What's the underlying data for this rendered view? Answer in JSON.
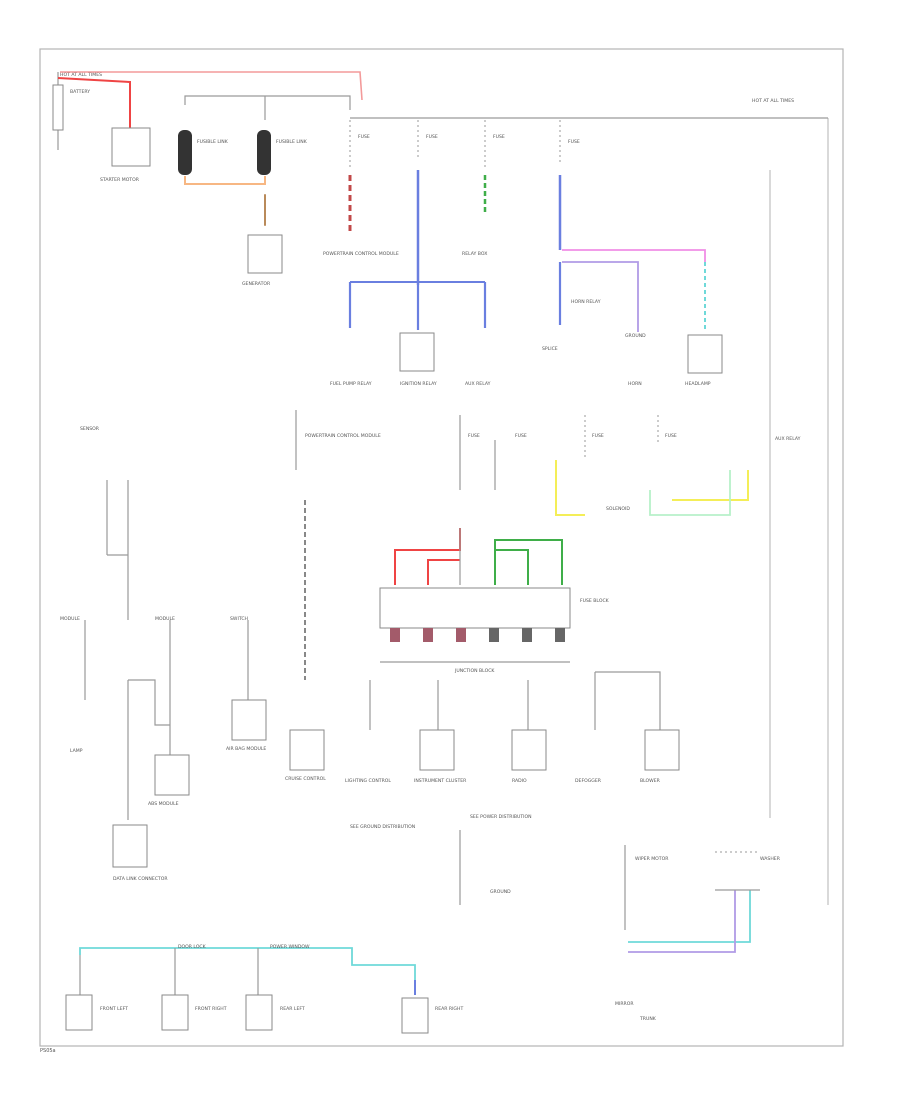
{
  "title": "",
  "footer": {
    "code": "PS05a"
  },
  "colors": {
    "red": "#ef4444",
    "blue": "#6a7fe0",
    "green": "#3fae49",
    "violet": "#b19be6",
    "pink": "#f08ee6",
    "yellow": "#f4ee58",
    "cyan": "#6fd9d9",
    "orange": "#f7b783",
    "wire": "#9a9a9a"
  },
  "texts": {
    "bat": "BATTERY",
    "hot": "HOT AT ALL TIMES",
    "fusible_a": "FUSIBLE LINK",
    "fusible_b": "FUSIBLE LINK",
    "starter": "STARTER MOTOR",
    "generator": "GENERATOR",
    "fuse1": "FUSE",
    "fuse2": "FUSE",
    "fuse3": "FUSE",
    "fuse4": "FUSE",
    "pcm": "POWERTRAIN CONTROL MODULE",
    "relay_box": "RELAY BOX",
    "fuel_pump": "FUEL PUMP RELAY",
    "ign_relay": "IGNITION RELAY",
    "aux_relay": "AUX RELAY",
    "horn": "HORN",
    "horn_relay": "HORN RELAY",
    "headlamp": "HEADLAMP",
    "splice": "SPLICE",
    "ground": "GROUND",
    "junction": "JUNCTION BLOCK",
    "fuse_block": "FUSE BLOCK",
    "module_a": "MODULE",
    "module_b": "MODULE",
    "switch": "SWITCH",
    "sensor": "SENSOR",
    "lamp": "LAMP",
    "solenoid": "SOLENOID",
    "instrument": "INSTRUMENT CLUSTER",
    "radio": "RADIO",
    "defog": "DEFOGGER",
    "blower": "BLOWER",
    "wiper": "WIPER MOTOR",
    "washer": "WASHER",
    "front_left": "FRONT LEFT",
    "front_right": "FRONT RIGHT",
    "rear_left": "REAR LEFT",
    "rear_right": "REAR RIGHT",
    "dlc": "DATA LINK CONNECTOR",
    "airbag": "AIR BAG MODULE",
    "abs": "ABS MODULE",
    "cruise": "CRUISE CONTROL",
    "lighting": "LIGHTING CONTROL",
    "see_ground": "SEE GROUND DISTRIBUTION",
    "see_power": "SEE POWER DISTRIBUTION",
    "door_lock": "DOOR LOCK",
    "power_window": "POWER WINDOW",
    "mirror": "MIRROR",
    "trunk": "TRUNK"
  }
}
